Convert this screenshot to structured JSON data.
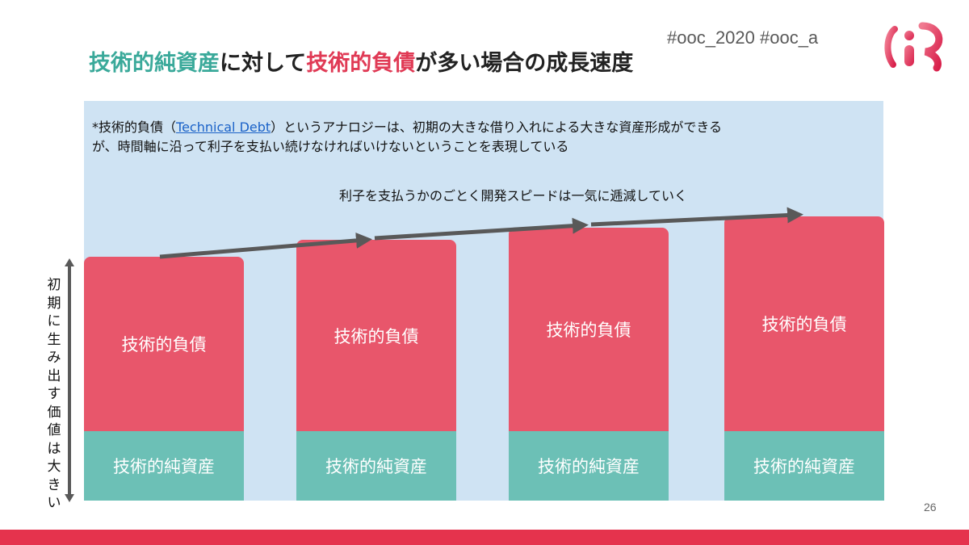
{
  "header": {
    "hashtags": "#ooc_2020 #ooc_a",
    "title_part1": "技術的純資産",
    "title_part2": "に対して",
    "title_part3": "技術的負債",
    "title_part4": "が多い場合の成長速度"
  },
  "note": {
    "prefix": "*技術的負債（",
    "link_text": "Technical Debt",
    "suffix_line1": "）というアナロジーは、初期の大きな借り入れによる大きな資産形成ができる",
    "line2": "が、時間軸に沿って利子を支払い続けなければいけないということを表現している"
  },
  "callout": "利子を支払うかのごとく開発スピードは一気に逓減していく",
  "y_axis_label_chars": [
    "初",
    "期",
    "に",
    "生",
    "み",
    "出",
    "す",
    "価",
    "値",
    "は",
    "大",
    "き",
    "い"
  ],
  "bars": [
    {
      "debt_label": "技術的負債",
      "equity_label": "技術的純資産"
    },
    {
      "debt_label": "技術的負債",
      "equity_label": "技術的純資産"
    },
    {
      "debt_label": "技術的負債",
      "equity_label": "技術的純資産"
    },
    {
      "debt_label": "技術的負債",
      "equity_label": "技術的純資産"
    }
  ],
  "page_number": "26",
  "colors": {
    "debt": "#e8566b",
    "equity": "#6cc0b6",
    "panel": "#cfe3f3",
    "title_teal": "#3aa99a",
    "title_red": "#e03a55",
    "footer": "#e5334d",
    "arrow": "#595959"
  }
}
